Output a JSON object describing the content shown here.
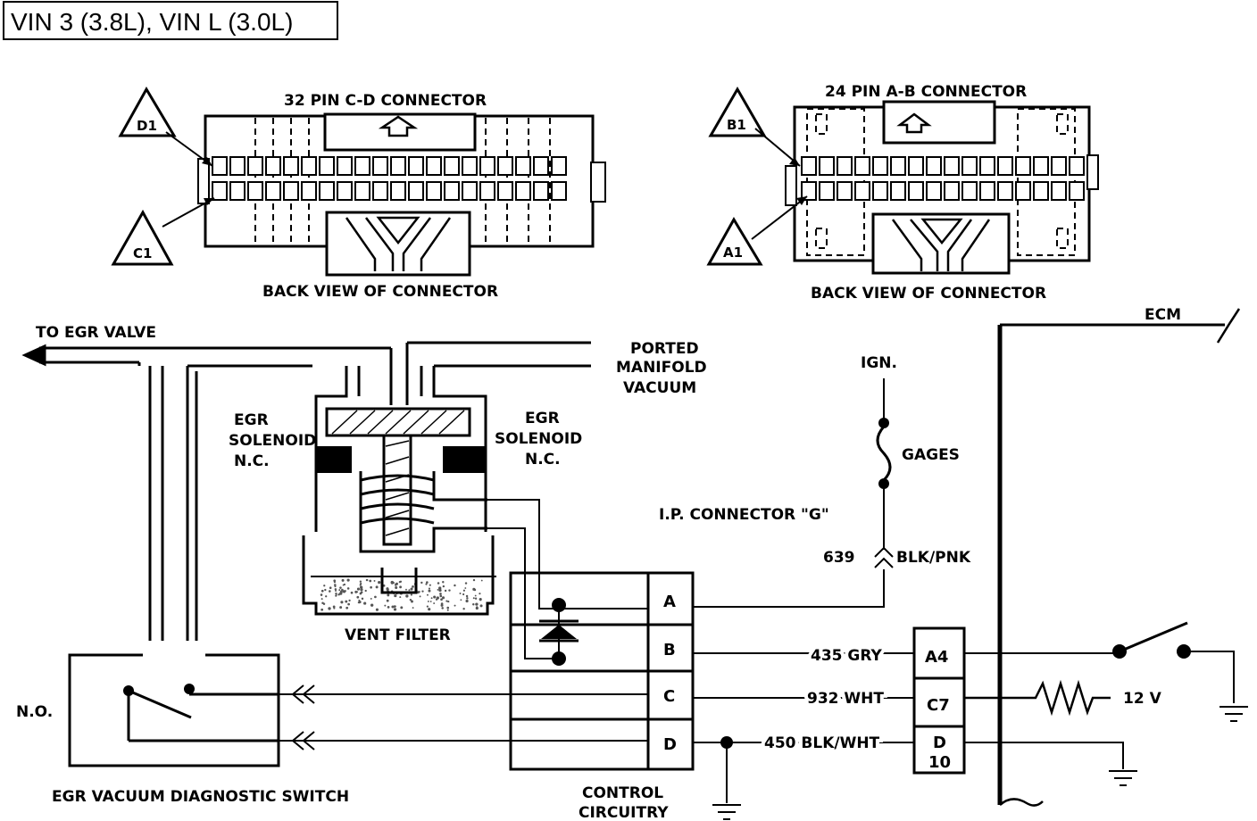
{
  "title": "VIN 3 (3.8L), VIN L (3.0L)",
  "connectors": {
    "cd": {
      "name": "32 PIN C-D CONNECTOR",
      "caption": "BACK VIEW OF CONNECTOR",
      "pin_top": "D1",
      "pin_bottom": "C1"
    },
    "ab": {
      "name": "24 PIN A-B CONNECTOR",
      "caption": "BACK VIEW OF CONNECTOR",
      "pin_top": "B1",
      "pin_bottom": "A1"
    }
  },
  "solenoid": {
    "to_egr": "TO EGR VALVE",
    "vacuum_line1": "PORTED",
    "vacuum_line2": "MANIFOLD",
    "vacuum_line3": "VACUUM",
    "left_line1": "EGR",
    "left_line2": "SOLENOID",
    "left_line3": "N.C.",
    "right_line1": "EGR",
    "right_line2": "SOLENOID",
    "right_line3": "N.C.",
    "vent_filter": "VENT FILTER"
  },
  "control": {
    "label_line1": "CONTROL",
    "label_line2": "CIRCUITRY",
    "pins": [
      "A",
      "B",
      "C",
      "D"
    ]
  },
  "switch": {
    "name": "EGR VACUUM DIAGNOSTIC SWITCH",
    "state": "N.O."
  },
  "ign": {
    "label": "IGN.",
    "fuse": "GAGES",
    "ip_connector": "I.P. CONNECTOR \"G\"",
    "circuit": "639",
    "wire": "BLK/PNK"
  },
  "ecm": {
    "label": "ECM",
    "pins": [
      "A4",
      "C7",
      "D",
      "10"
    ],
    "voltage": "12 V"
  },
  "wires": {
    "b": "435 GRY",
    "c": "932 WHT",
    "d": "450 BLK/WHT"
  }
}
